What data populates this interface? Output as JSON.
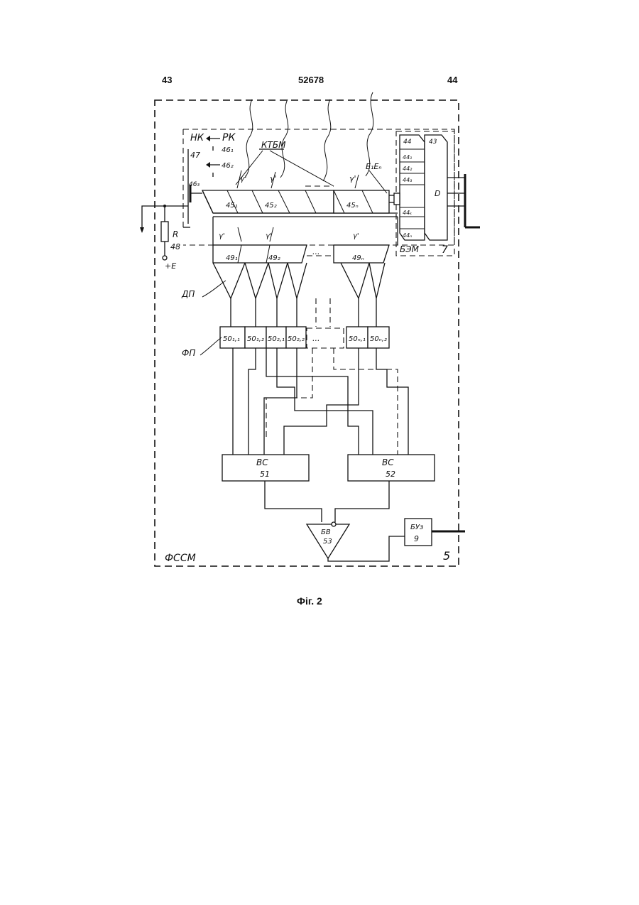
{
  "header": {
    "left_number": "43",
    "center_number": "52678",
    "right_number": "44"
  },
  "caption": "Фіг. 2",
  "labels": {
    "nk": "НК",
    "n47": "47",
    "rk": "РК",
    "n46_1": "46₁",
    "n46_2": "46₂",
    "n46_3": "46₃",
    "ktbm": "КТБМ",
    "n45_1": "45₁",
    "n45_2": "45₂",
    "n45_n": "45ₙ",
    "gamma": "γ'",
    "e1en": "E₁Eₙ",
    "r": "R",
    "n48": "48",
    "plus_e": "+E",
    "dp": "ДП",
    "fp": "ФП",
    "n49_1": "49₁",
    "n49_2": "49₂",
    "n49_n": "49ₙ",
    "n50_11": "50₁,₁",
    "n50_12": "50₁,₂",
    "n50_21": "50₂,₁",
    "n50_22": "50₂,₂",
    "n50_n1": "50ₙ,₁",
    "n50_n2": "50ₙ,₂",
    "bc": "ВС",
    "n51": "51",
    "n52": "52",
    "bb": "БВ",
    "n53": "53",
    "buz": "БУз",
    "n9": "9",
    "fssm": "ФССМ",
    "n5": "5",
    "bem": "БЭМ",
    "n7": "7",
    "n44": "44",
    "n43": "43",
    "d": "D",
    "n44_1": "44₁",
    "n44_2": "44₂",
    "n44_3": "44₃",
    "n44_k": "44ₖ",
    "n44_n": "44ₙ",
    "dots": "..."
  }
}
